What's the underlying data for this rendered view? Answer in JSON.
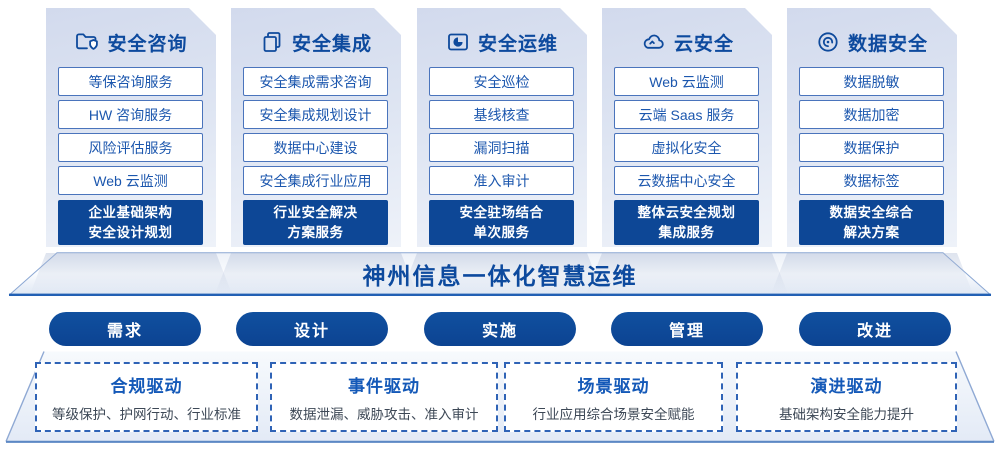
{
  "colors": {
    "primary_blue": "#0d4796",
    "title_blue": "#0d4a9e",
    "item_border_blue": "#4a74bc",
    "item_text_blue": "#1c57ae",
    "driver_title_blue": "#1459b8",
    "driver_desc_gray": "#3d4856",
    "card_bg_top": "#d2daed",
    "card_bg_bottom": "#eef2f9"
  },
  "columns": [
    {
      "title": "安全咨询",
      "icon": "folder-shield-icon",
      "items": [
        "等保咨询服务",
        "HW 咨询服务",
        "风险评估服务",
        "Web 云监测"
      ],
      "solution": [
        "企业基础架构",
        "安全设计规划"
      ]
    },
    {
      "title": "安全集成",
      "icon": "copy-docs-icon",
      "items": [
        "安全集成需求咨询",
        "安全集成规划设计",
        "数据中心建设",
        "安全集成行业应用"
      ],
      "solution": [
        "行业安全解决",
        "方案服务"
      ]
    },
    {
      "title": "安全运维",
      "icon": "monitor-pie-icon",
      "items": [
        "安全巡检",
        "基线核查",
        "漏洞扫描",
        "准入审计"
      ],
      "solution": [
        "安全驻场结合",
        "单次服务"
      ]
    },
    {
      "title": "云安全",
      "icon": "cloud-icon",
      "items": [
        "Web 云监测",
        "云端 Saas 服务",
        "虚拟化安全",
        "云数据中心安全"
      ],
      "solution": [
        "整体云安全规划",
        "集成服务"
      ]
    },
    {
      "title": "数据安全",
      "icon": "fingerprint-icon",
      "items": [
        "数据脱敏",
        "数据加密",
        "数据保护",
        "数据标签"
      ],
      "solution": [
        "数据安全综合",
        "解决方案"
      ]
    }
  ],
  "banner": {
    "title": "神州信息一体化智慧运维"
  },
  "pills": [
    "需求",
    "设计",
    "实施",
    "管理",
    "改进"
  ],
  "drivers": [
    {
      "title": "合规驱动",
      "desc": "等级保护、护网行动、行业标准"
    },
    {
      "title": "事件驱动",
      "desc": "数据泄漏、威胁攻击、准入审计"
    },
    {
      "title": "场景驱动",
      "desc": "行业应用综合场景安全赋能"
    },
    {
      "title": "演进驱动",
      "desc": "基础架构安全能力提升"
    }
  ]
}
